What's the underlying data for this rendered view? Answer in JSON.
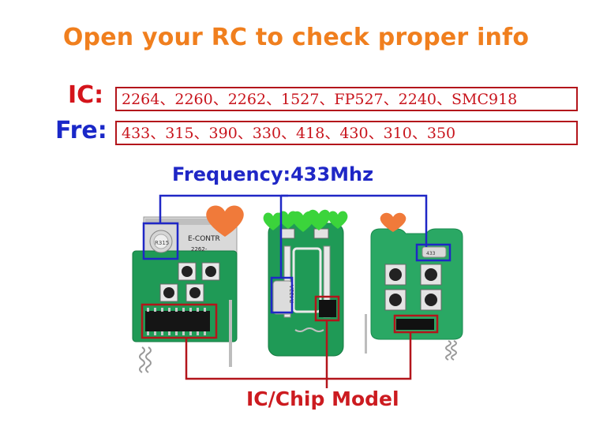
{
  "headline": "Open your RC to check proper info",
  "ic": {
    "label": "IC:",
    "models": "2264、2260、2262、1527、FP527、2240、SMC918"
  },
  "fre": {
    "label": "Fre:",
    "values": "433、315、390、330、418、430、310、350"
  },
  "frequency_label": "Frequency:433Mhz",
  "chip_label": "IC/Chip Model",
  "board_text": {
    "board1_brand": "E-CONTR",
    "board1_model": "2262-",
    "board1_crystal": "R315",
    "board2_crystal": "R433A",
    "board3_crystal": "433"
  },
  "colors": {
    "headline": "#f07f1e",
    "ic_label": "#d4141b",
    "fre_label": "#1a28c8",
    "box_border": "#b3151b",
    "highlight_blue": "#1f27c6",
    "highlight_red": "#cc1b20",
    "pcb_green": "#1f9a56",
    "heart_orange": "#f07a3a",
    "heart_green": "#3bd43b"
  }
}
